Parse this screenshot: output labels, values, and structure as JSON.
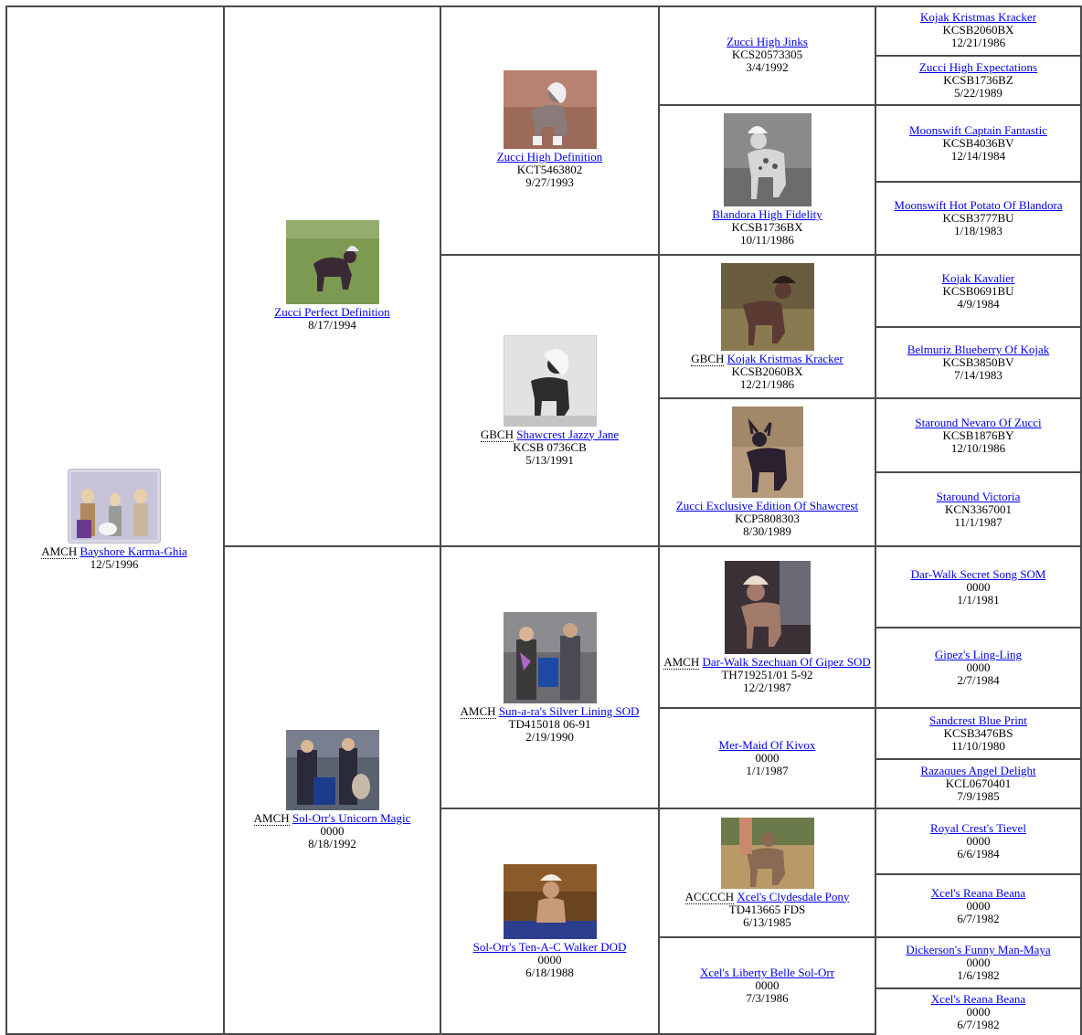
{
  "subject": {
    "title": "AMCH",
    "name": "Bayshore Karma-Ghia",
    "date": "12/5/1996"
  },
  "gen1": [
    {
      "name": "Zucci Perfect Definition",
      "date": "8/17/1994"
    },
    {
      "title": "AMCH",
      "name": "Sol-Orr's Unicorn Magic",
      "reg": "0000",
      "date": "8/18/1992"
    }
  ],
  "gen2": [
    {
      "name": "Zucci High Definition",
      "reg": "KCT5463802",
      "date": "9/27/1993"
    },
    {
      "title": "GBCH",
      "name": "Shawcrest Jazzy Jane",
      "reg": "KCSB 0736CB",
      "date": "5/13/1991"
    },
    {
      "title": "AMCH",
      "name": "Sun-a-ra's Silver Lining SOD",
      "reg": "TD415018 06-91",
      "date": "2/19/1990"
    },
    {
      "name": "Sol-Orr's Ten-A-C Walker DOD",
      "reg": "0000",
      "date": "6/18/1988"
    }
  ],
  "gen3": [
    {
      "name": "Zucci High Jinks",
      "reg": "KCS20573305",
      "date": "3/4/1992"
    },
    {
      "name": "Blandora High Fidelity",
      "reg": "KCSB1736BX",
      "date": "10/11/1986"
    },
    {
      "title": "GBCH",
      "name": "Kojak Kristmas Kracker",
      "reg": "KCSB2060BX",
      "date": "12/21/1986"
    },
    {
      "name": "Zucci Exclusive Edition Of Shawcrest",
      "reg": "KCP5808303",
      "date": "8/30/1989"
    },
    {
      "title": "AMCH",
      "name": "Dar-Walk Szechuan Of Gipez SOD",
      "reg": "TH719251/01 5-92",
      "date": "12/2/1987"
    },
    {
      "name": "Mer-Maid Of Kivox",
      "reg": "0000",
      "date": "1/1/1987"
    },
    {
      "title": "ACCCCH",
      "name": "Xcel's Clydesdale Pony",
      "reg": "TD413665 FDS",
      "date": "6/13/1985"
    },
    {
      "name": "Xcel's Liberty Belle Sol-Orr",
      "reg": "0000",
      "date": "7/3/1986"
    }
  ],
  "gen4": [
    {
      "name": "Kojak Kristmas Kracker",
      "reg": "KCSB2060BX",
      "date": "12/21/1986"
    },
    {
      "name": "Zucci High Expectations",
      "reg": "KCSB1736BZ",
      "date": "5/22/1989"
    },
    {
      "name": "Moonswift Captain Fantastic",
      "reg": "KCSB4036BV",
      "date": "12/14/1984"
    },
    {
      "name": "Moonswift Hot Potato Of Blandora",
      "reg": "KCSB3777BU",
      "date": "1/18/1983"
    },
    {
      "name": "Kojak Kavalier",
      "reg": "KCSB0691BU",
      "date": "4/9/1984"
    },
    {
      "name": "Belmuriz Blueberry Of Kojak",
      "reg": "KCSB3850BV",
      "date": "7/14/1983"
    },
    {
      "name": "Staround Nevaro Of Zucci",
      "reg": "KCSB1876BY",
      "date": "12/10/1986"
    },
    {
      "name": "Staround Victoria",
      "reg": "KCN3367001",
      "date": "11/1/1987"
    },
    {
      "name": "Dar-Walk Secret Song SOM",
      "reg": "0000",
      "date": "1/1/1981"
    },
    {
      "name": "Gipez's Ling-Ling",
      "reg": "0000",
      "date": "2/7/1984"
    },
    {
      "name": "Sandcrest Blue Print",
      "reg": "KCSB3476BS",
      "date": "11/10/1980"
    },
    {
      "name": "Razaques Angel Delight",
      "reg": "KCL0670401",
      "date": "7/9/1985"
    },
    {
      "name": "Royal Crest's Tievel",
      "reg": "0000",
      "date": "6/6/1984"
    },
    {
      "name": "Xcel's Reana Beana",
      "reg": "0000",
      "date": "6/7/1982"
    },
    {
      "name": "Dickerson's Funny Man-Maya",
      "reg": "0000",
      "date": "1/6/1982"
    },
    {
      "name": "Xcel's Reana Beana",
      "reg": "0000",
      "date": "6/7/1982"
    }
  ],
  "colors": {
    "link": "#0000ee",
    "border": "#4a4a4a"
  }
}
